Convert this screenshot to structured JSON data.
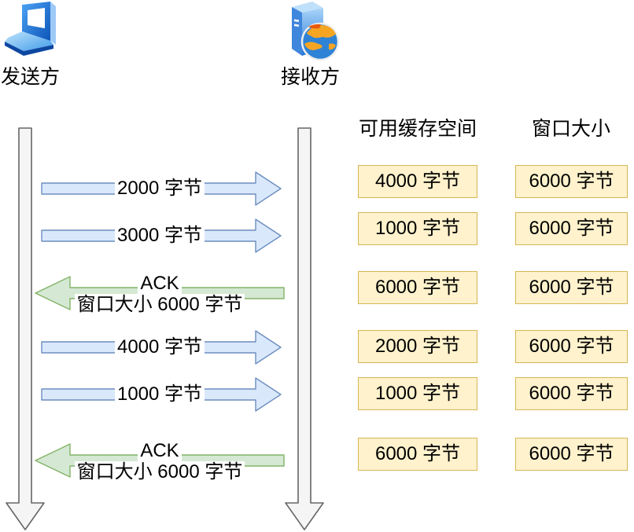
{
  "actors": {
    "sender": {
      "label": "发送方",
      "icon": "laptop-icon"
    },
    "receiver": {
      "label": "接收方",
      "icon": "server-globe-icon"
    }
  },
  "columns": {
    "buffer_header": "可用缓存空间",
    "window_header": "窗口大小"
  },
  "rows": [
    {
      "kind": "data",
      "direction": "right",
      "label": "2000 字节",
      "buffer": "4000 字节",
      "window": "6000 字节"
    },
    {
      "kind": "data",
      "direction": "right",
      "label": "3000 字节",
      "buffer": "1000 字节",
      "window": "6000 字节"
    },
    {
      "kind": "ack",
      "direction": "left",
      "label_line1": "ACK",
      "label_line2": "窗口大小 6000 字节",
      "buffer": "6000 字节",
      "window": "6000 字节"
    },
    {
      "kind": "data",
      "direction": "right",
      "label": "4000 字节",
      "buffer": "2000 字节",
      "window": "6000 字节"
    },
    {
      "kind": "data",
      "direction": "right",
      "label": "1000 字节",
      "buffer": "1000 字节",
      "window": "6000 字节"
    },
    {
      "kind": "ack",
      "direction": "left",
      "label_line1": "ACK",
      "label_line2": "窗口大小 6000 字节",
      "buffer": "6000 字节",
      "window": "6000 字节"
    }
  ],
  "colors": {
    "data_arrow_fill": "#dae8fc",
    "data_arrow_stroke": "#6c8ebf",
    "ack_arrow_fill": "#d5e8d4",
    "ack_arrow_stroke": "#82b366",
    "box_fill": "#fff2cc",
    "box_stroke": "#d6b656",
    "timeline_fill": "#f5f5f5",
    "timeline_stroke": "#666666",
    "text": "#000000"
  }
}
